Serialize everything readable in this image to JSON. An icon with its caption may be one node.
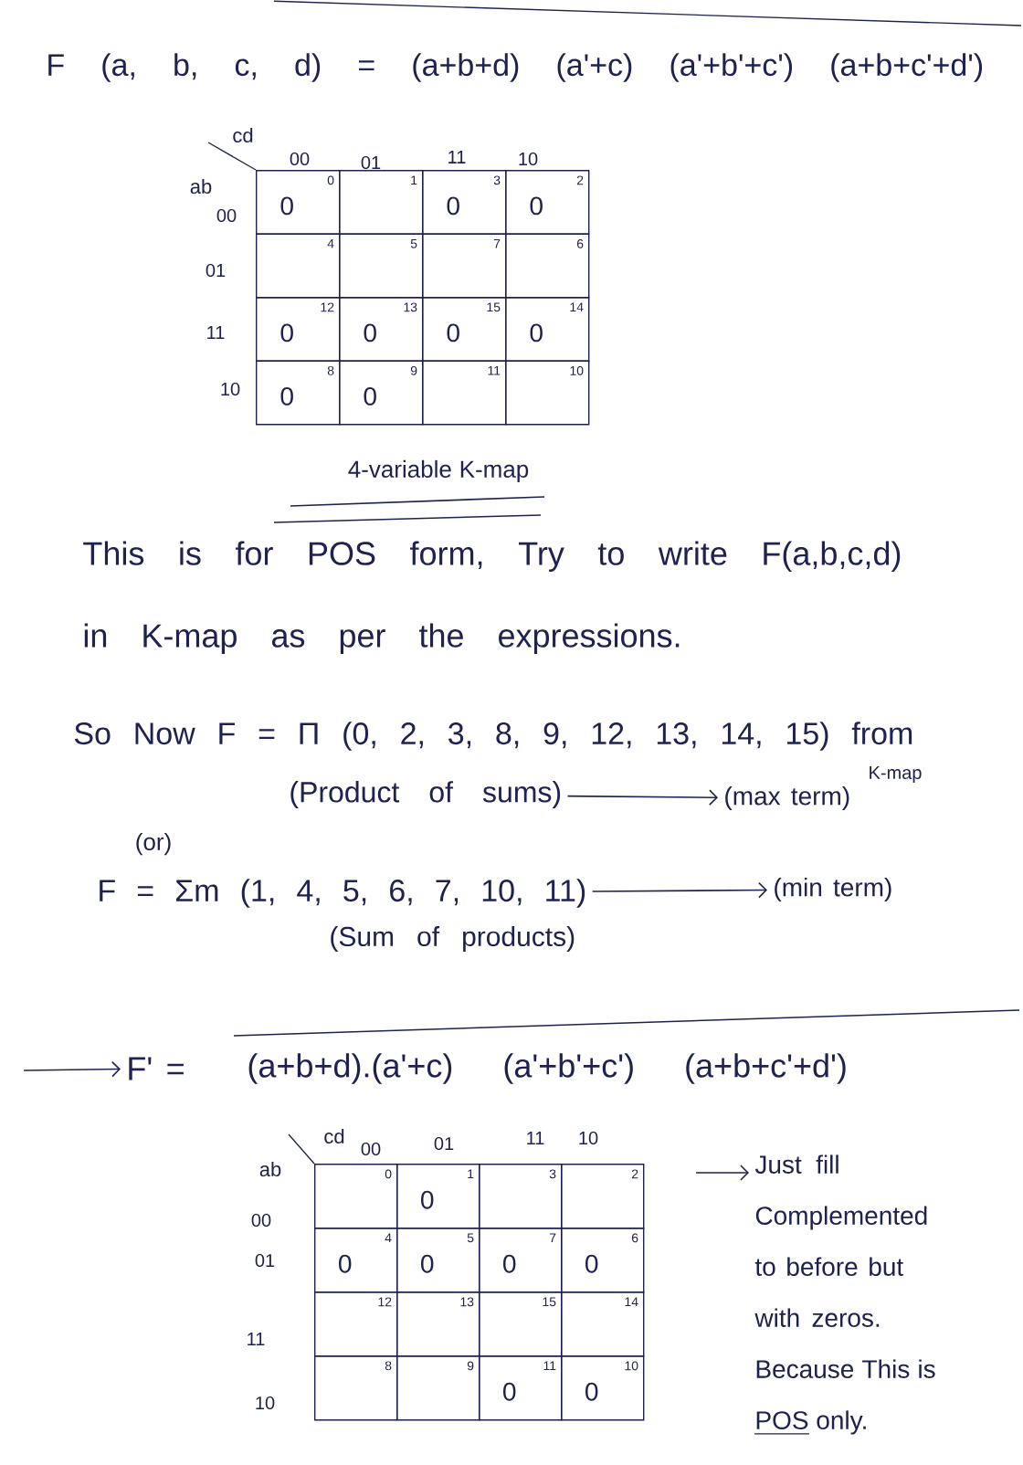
{
  "diagram": {
    "nodes": [
      {
        "text": [
          "0",
          "0"
        ]
      },
      {
        "text": [
          "1"
        ]
      },
      {
        "text": [
          "3",
          "0"
        ]
      },
      {
        "text": [
          "2",
          "0"
        ]
      },
      {
        "text": [
          "4"
        ]
      },
      {
        "text": [
          "5"
        ]
      },
      {
        "text": [
          "7"
        ]
      },
      {
        "text": [
          "6"
        ]
      },
      {
        "text": [
          "12",
          "0"
        ]
      },
      {
        "text": [
          "13",
          "0"
        ]
      },
      {
        "text": [
          "15",
          "0"
        ]
      },
      {
        "text": [
          "14",
          "0"
        ]
      },
      {
        "text": [
          "8",
          "0"
        ]
      },
      {
        "text": [
          "9",
          "0"
        ]
      },
      {
        "text": [
          "11"
        ]
      },
      {
        "text": [
          "10"
        ]
      },
      {
        "text": [
          "(Product of sums)"
        ]
      },
      {
        "text": [
          "(max term)"
        ]
      },
      {
        "text": [
          "F = Σm (1, 4, 5, 6, 7, 10, 11)"
        ]
      },
      {
        "text": [
          "(min term)"
        ]
      },
      {
        "text": [
          "F' ="
        ]
      },
      {
        "text": [
          "0"
        ]
      },
      {
        "text": [
          "1",
          "0"
        ]
      },
      {
        "text": [
          "3"
        ]
      },
      {
        "text": [
          "2"
        ]
      },
      {
        "text": [
          "4",
          "0"
        ]
      },
      {
        "text": [
          "5",
          "0"
        ]
      },
      {
        "text": [
          "7",
          "0"
        ]
      },
      {
        "text": [
          "6",
          "0"
        ]
      },
      {
        "text": [
          "12"
        ]
      },
      {
        "text": [
          "13"
        ]
      },
      {
        "text": [
          "15"
        ]
      },
      {
        "text": [
          "14"
        ]
      },
      {
        "text": [
          "8"
        ]
      },
      {
        "text": [
          "9"
        ]
      },
      {
        "text": [
          "11",
          "0"
        ]
      },
      {
        "text": [
          "10",
          "0"
        ]
      },
      {
        "text": [
          "Just fill Complemented to before but with zeros. Because This is POS only."
        ]
      }
    ],
    "edges": [
      {
        "from": 16,
        "to": 17,
        "arrow": "to"
      },
      {
        "from": 18,
        "to": 19,
        "arrow": "to"
      },
      {
        "from": null,
        "to": 20,
        "arrow": "to"
      },
      {
        "from": null,
        "to": 37,
        "arrow": "to"
      }
    ],
    "labels": [
      "F (a, b, c, d) = (a+b+d) (a'+c) (a'+b'+c') (a+b+c'+d')",
      "cd",
      "00",
      "01",
      "11",
      "10",
      "ab",
      "00",
      "01",
      "11",
      "10",
      "4-variable K-map",
      "This is for POS form, Try to write F(a,b,c,d) in K-map as per the expressions.",
      "So Now F = Π (0, 2, 3, 8, 9, 12, 13, 14, 15) from",
      "K-map",
      "(or)",
      "(Sum of products)",
      "(a+b+d).(a'+c) (a'+b'+c') (a+b+c'+d')",
      "cd",
      "00",
      "01",
      "11",
      "10",
      "ab",
      "00",
      "01",
      "11",
      "10"
    ]
  }
}
